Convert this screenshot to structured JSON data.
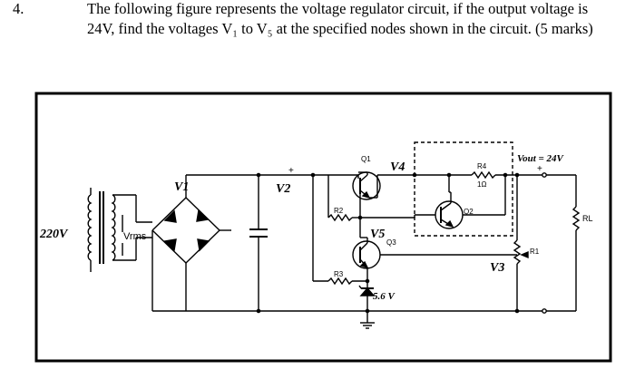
{
  "question": {
    "number": "4.",
    "line1": "The following figure represents the voltage regulator circuit, if the output voltage is",
    "line2": "24V, find the voltages V₁ to V₅ at the specified nodes shown in the circuit. (5 marks)"
  },
  "circuit": {
    "input_label": "220V",
    "vrms_label": "Vrms",
    "node_v1": "V1",
    "node_v2": "V2",
    "node_v3": "V3",
    "node_v4": "V4",
    "node_v5": "V5",
    "vout_label": "Vout = 24V",
    "q1": "Q1",
    "q2": "Q2",
    "q3": "Q3",
    "r1": "R1",
    "r2": "R2",
    "r3": "R3",
    "r4": "R4",
    "r4_value": "1Ω",
    "rl": "RL",
    "zener_label": "5.6 V",
    "plus_sign": "+"
  }
}
